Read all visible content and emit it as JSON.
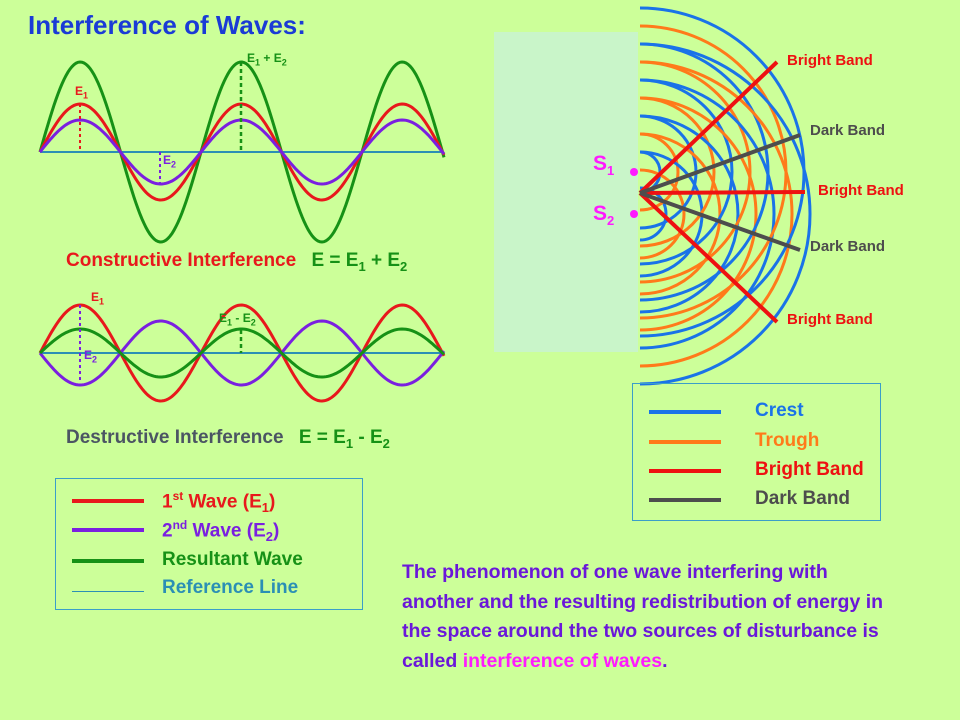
{
  "title": "Interference of Waves:",
  "constructive": {
    "label": "Constructive Interference",
    "eq_lhs": "E = E",
    "eq_sub1": "1",
    "eq_plus": " + E",
    "eq_sub2": "2",
    "e1": "E",
    "e1_sub": "1",
    "e2": "E",
    "e2_sub": "2",
    "sum_a": "E",
    "sum_a_sub": "1",
    "sum_mid": " + E",
    "sum_b_sub": "2"
  },
  "destructive": {
    "label": "Destructive Interference",
    "eq_lhs": "E = E",
    "eq_sub1": "1",
    "eq_minus": " - E",
    "eq_sub2": "2",
    "e1": "E",
    "e1_sub": "1",
    "e2": "E",
    "e2_sub": "2",
    "diff_a": "E",
    "diff_a_sub": "1",
    "diff_mid": " - E",
    "diff_b_sub": "2"
  },
  "wave_legend": {
    "first_a": "1",
    "first_sup": "st",
    "first_b": " Wave (E",
    "first_sub": "1",
    "first_c": ")",
    "second_a": "2",
    "second_sup": "nd",
    "second_b": " Wave (E",
    "second_sub": "2",
    "second_c": ")",
    "resultant": "Resultant Wave",
    "reference": "Reference Line"
  },
  "sources": {
    "s1": "S",
    "s1_sub": "1",
    "s2": "S",
    "s2_sub": "2"
  },
  "bands": {
    "b1": "Bright Band",
    "d1": "Dark Band",
    "b2": "Bright Band",
    "d2": "Dark Band",
    "b3": "Bright Band"
  },
  "pattern_legend": {
    "crest": "Crest",
    "trough": "Trough",
    "bright": "Bright Band",
    "dark": "Dark Band"
  },
  "description": {
    "text": "The phenomenon of one wave interfering with another and the resulting redistribution of energy in the space around the two sources of disturbance is called ",
    "highlight": "interference of waves",
    "end": "."
  },
  "colors": {
    "background": "#ccff99",
    "title": "#1a3bd6",
    "wave1": "#e8181c",
    "wave2": "#7a1fe0",
    "resultant": "#169116",
    "reference": "#2b8fb5",
    "crest": "#1a73e8",
    "trough": "#ff7a1a",
    "bright": "#ee1111",
    "dark": "#4d4d4d",
    "magenta": "#ff1aff",
    "description": "#6a17d9"
  }
}
